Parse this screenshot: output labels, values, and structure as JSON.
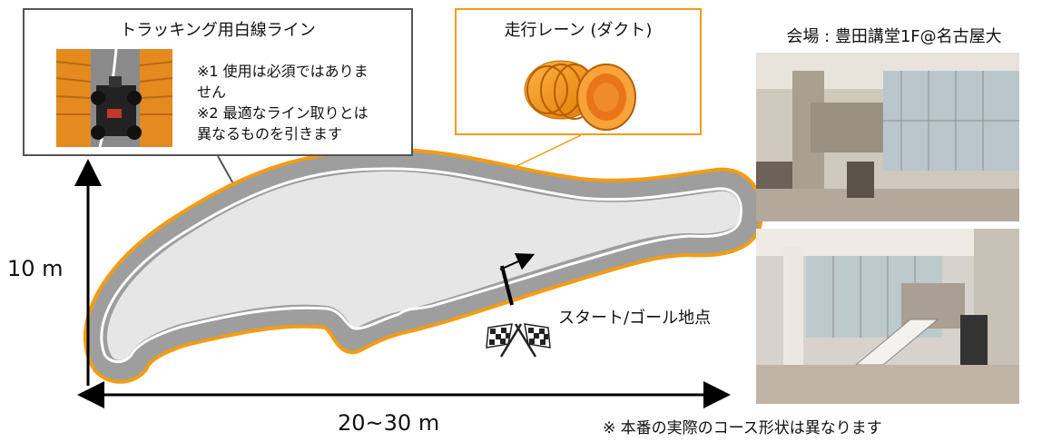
{
  "tracking_box": {
    "title": "トラッキング用白線ライン",
    "note1": "※1 使用は必須ではありま",
    "note1b": "せん",
    "note2": "※2 最適なライン取りとは",
    "note2b": "異なるものを引きます"
  },
  "duct_box": {
    "title": "走行レーン (ダクト)"
  },
  "venue": {
    "title": "会場 : 豊田講堂1F@名古屋大"
  },
  "dimensions": {
    "height_label": "10 m",
    "width_label": "20~30 m"
  },
  "start_label": "スタート/ゴール地点",
  "disclaimer": "※ 本番の実際のコース形状は異なります",
  "colors": {
    "lane_orange": "#f39c12",
    "track_gray": "#9e9e9e",
    "inner_fill": "#e6e6e6",
    "line_white": "#ffffff"
  }
}
